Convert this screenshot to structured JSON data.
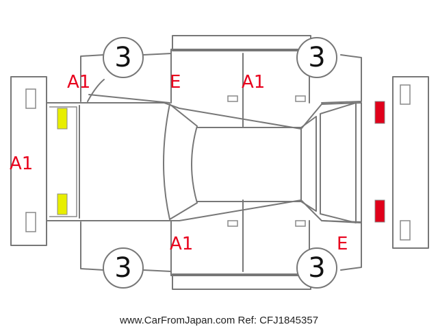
{
  "colors": {
    "code_red": "#e8001c",
    "light_yellow": "#e8ee00",
    "light_red": "#e0001a",
    "outline": "#777777"
  },
  "wheel_badges": {
    "front_left": "3",
    "rear_left": "3",
    "front_right": "3",
    "rear_right": "3"
  },
  "damage_codes": {
    "front_bumper": "A1",
    "left_front_fender": "A1",
    "left_a_pillar": "E",
    "left_rear_door": "A1",
    "right_front_door": "A1",
    "right_rear_quarter": "E"
  },
  "markers": {
    "front_lights": {
      "color": "light_yellow",
      "count": 2
    },
    "rear_lights": {
      "color": "light_red",
      "count": 2
    }
  },
  "footer": {
    "text": "www.CarFromJapan.com Ref: CFJ1845357"
  }
}
